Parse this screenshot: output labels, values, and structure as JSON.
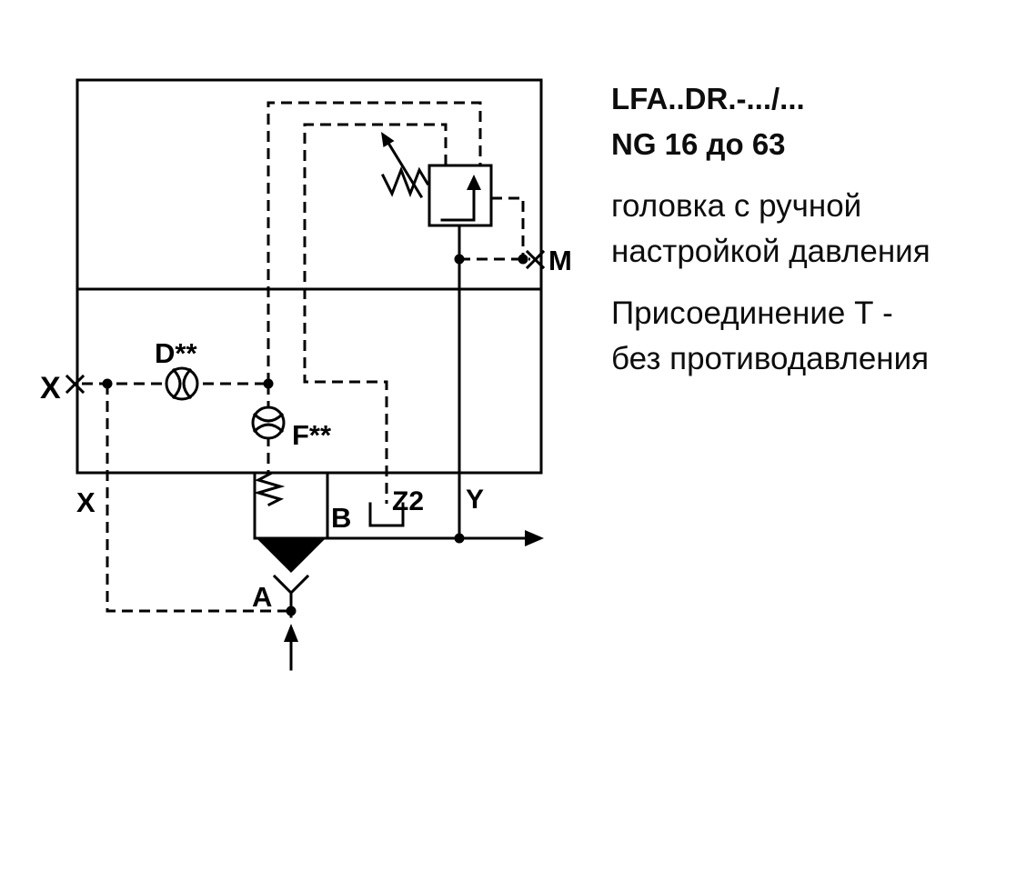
{
  "info_panel": {
    "model": "LFA..DR.-.../...",
    "size_range": "NG 16 до 63",
    "description_line1": "головка с ручной",
    "description_line2": "настройкой давления",
    "note_line1": "Присоединение Т -",
    "note_line2": "без противодавления"
  },
  "schematic": {
    "labels": {
      "port_x_left": "X",
      "port_x_bottom": "X",
      "orifice_d": "D**",
      "orifice_f": "F**",
      "port_b": "B",
      "port_z2": "Z2",
      "port_y": "Y",
      "port_a": "A",
      "port_m": "M"
    },
    "line_color": "#000000",
    "background_color": "#ffffff"
  }
}
